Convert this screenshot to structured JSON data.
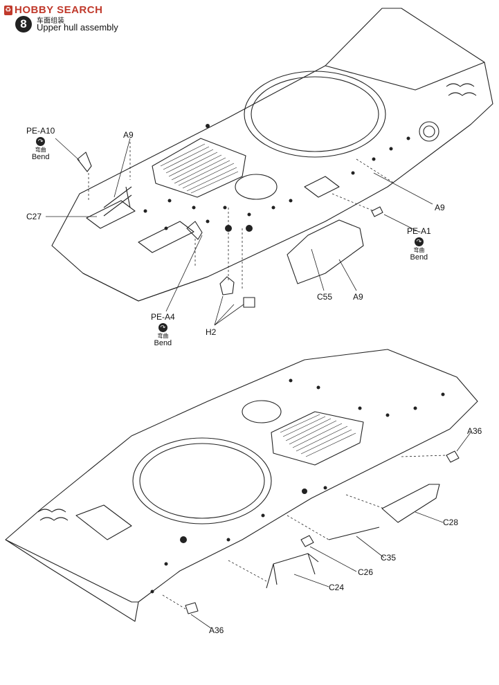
{
  "watermark": {
    "text": "HOBBY SEARCH"
  },
  "step": {
    "number": "8",
    "title_cn": "车面组装",
    "title": "Upper hull assembly"
  },
  "bend": {
    "cn": "弯曲",
    "en": "Bend",
    "icon": "bend-arrow-icon"
  },
  "labels": {
    "pe_a10": "PE-A10",
    "a9_top": "A9",
    "c27": "C27",
    "pe_a4": "PE-A4",
    "h2": "H2",
    "c55": "C55",
    "a9_bottom": "A9",
    "a9_right": "A9",
    "pe_a1": "PE-A1",
    "a36_right": "A36",
    "c28": "C28",
    "c35": "C35",
    "c26": "C26",
    "c24": "C24",
    "a36_bottom": "A36"
  }
}
